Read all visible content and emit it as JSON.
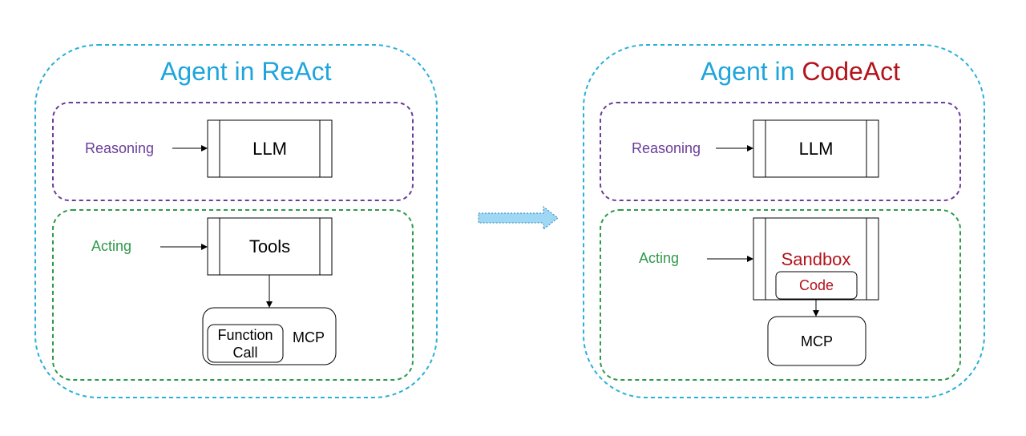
{
  "colors": {
    "outer_border": "#2ab0d8",
    "reasoning_border": "#6a3d9a",
    "acting_border": "#2e9a4a",
    "title_blue": "#1fa5db",
    "title_red": "#b3131b",
    "reasoning_text": "#6a3d9a",
    "acting_text": "#2e9a4a",
    "arrow_fill": "#9fd8f5",
    "arrow_border": "#2a7fb5"
  },
  "left": {
    "title": "Agent in ReAct",
    "reasoning_label": "Reasoning",
    "llm_label": "LLM",
    "acting_label": "Acting",
    "tools_label": "Tools",
    "function_call_label_line1": "Function",
    "function_call_label_line2": "Call",
    "mcp_label": "MCP"
  },
  "right": {
    "title_prefix": "Agent in ",
    "title_highlight": "CodeAct",
    "reasoning_label": "Reasoning",
    "llm_label": "LLM",
    "acting_label": "Acting",
    "sandbox_label": "Sandbox",
    "code_label": "Code",
    "mcp_label": "MCP"
  }
}
